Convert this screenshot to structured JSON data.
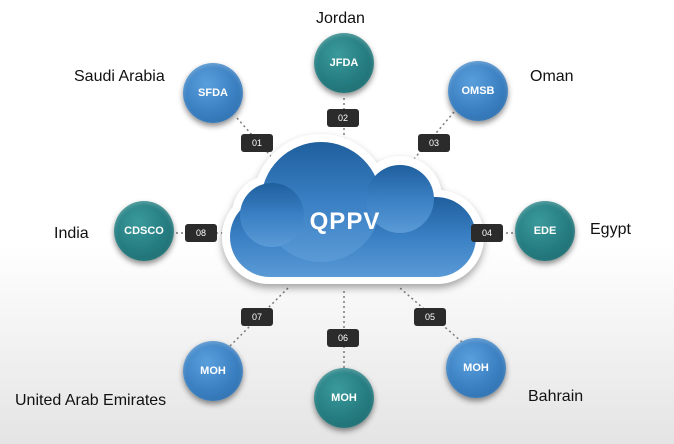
{
  "center": {
    "label": "QPPV"
  },
  "colors": {
    "blue_node": "#3a7fc1",
    "teal_node": "#257c80",
    "cloud": "#2f72b6",
    "badge": "#2b2b2b"
  },
  "nodes": [
    {
      "number": "01",
      "agency": "SFDA",
      "country": "Saudi Arabia",
      "style": "blue"
    },
    {
      "number": "02",
      "agency": "JFDA",
      "country": "Jordan",
      "style": "teal"
    },
    {
      "number": "03",
      "agency": "OMSB",
      "country": "Oman",
      "style": "blue"
    },
    {
      "number": "04",
      "agency": "EDE",
      "country": "Egypt",
      "style": "teal"
    },
    {
      "number": "05",
      "agency": "MOH",
      "country": "Bahrain",
      "style": "blue"
    },
    {
      "number": "06",
      "agency": "MOH",
      "country": "",
      "style": "teal"
    },
    {
      "number": "07",
      "agency": "MOH",
      "country": "United Arab Emirates",
      "style": "blue"
    },
    {
      "number": "08",
      "agency": "CDSCO",
      "country": "India",
      "style": "teal"
    }
  ]
}
